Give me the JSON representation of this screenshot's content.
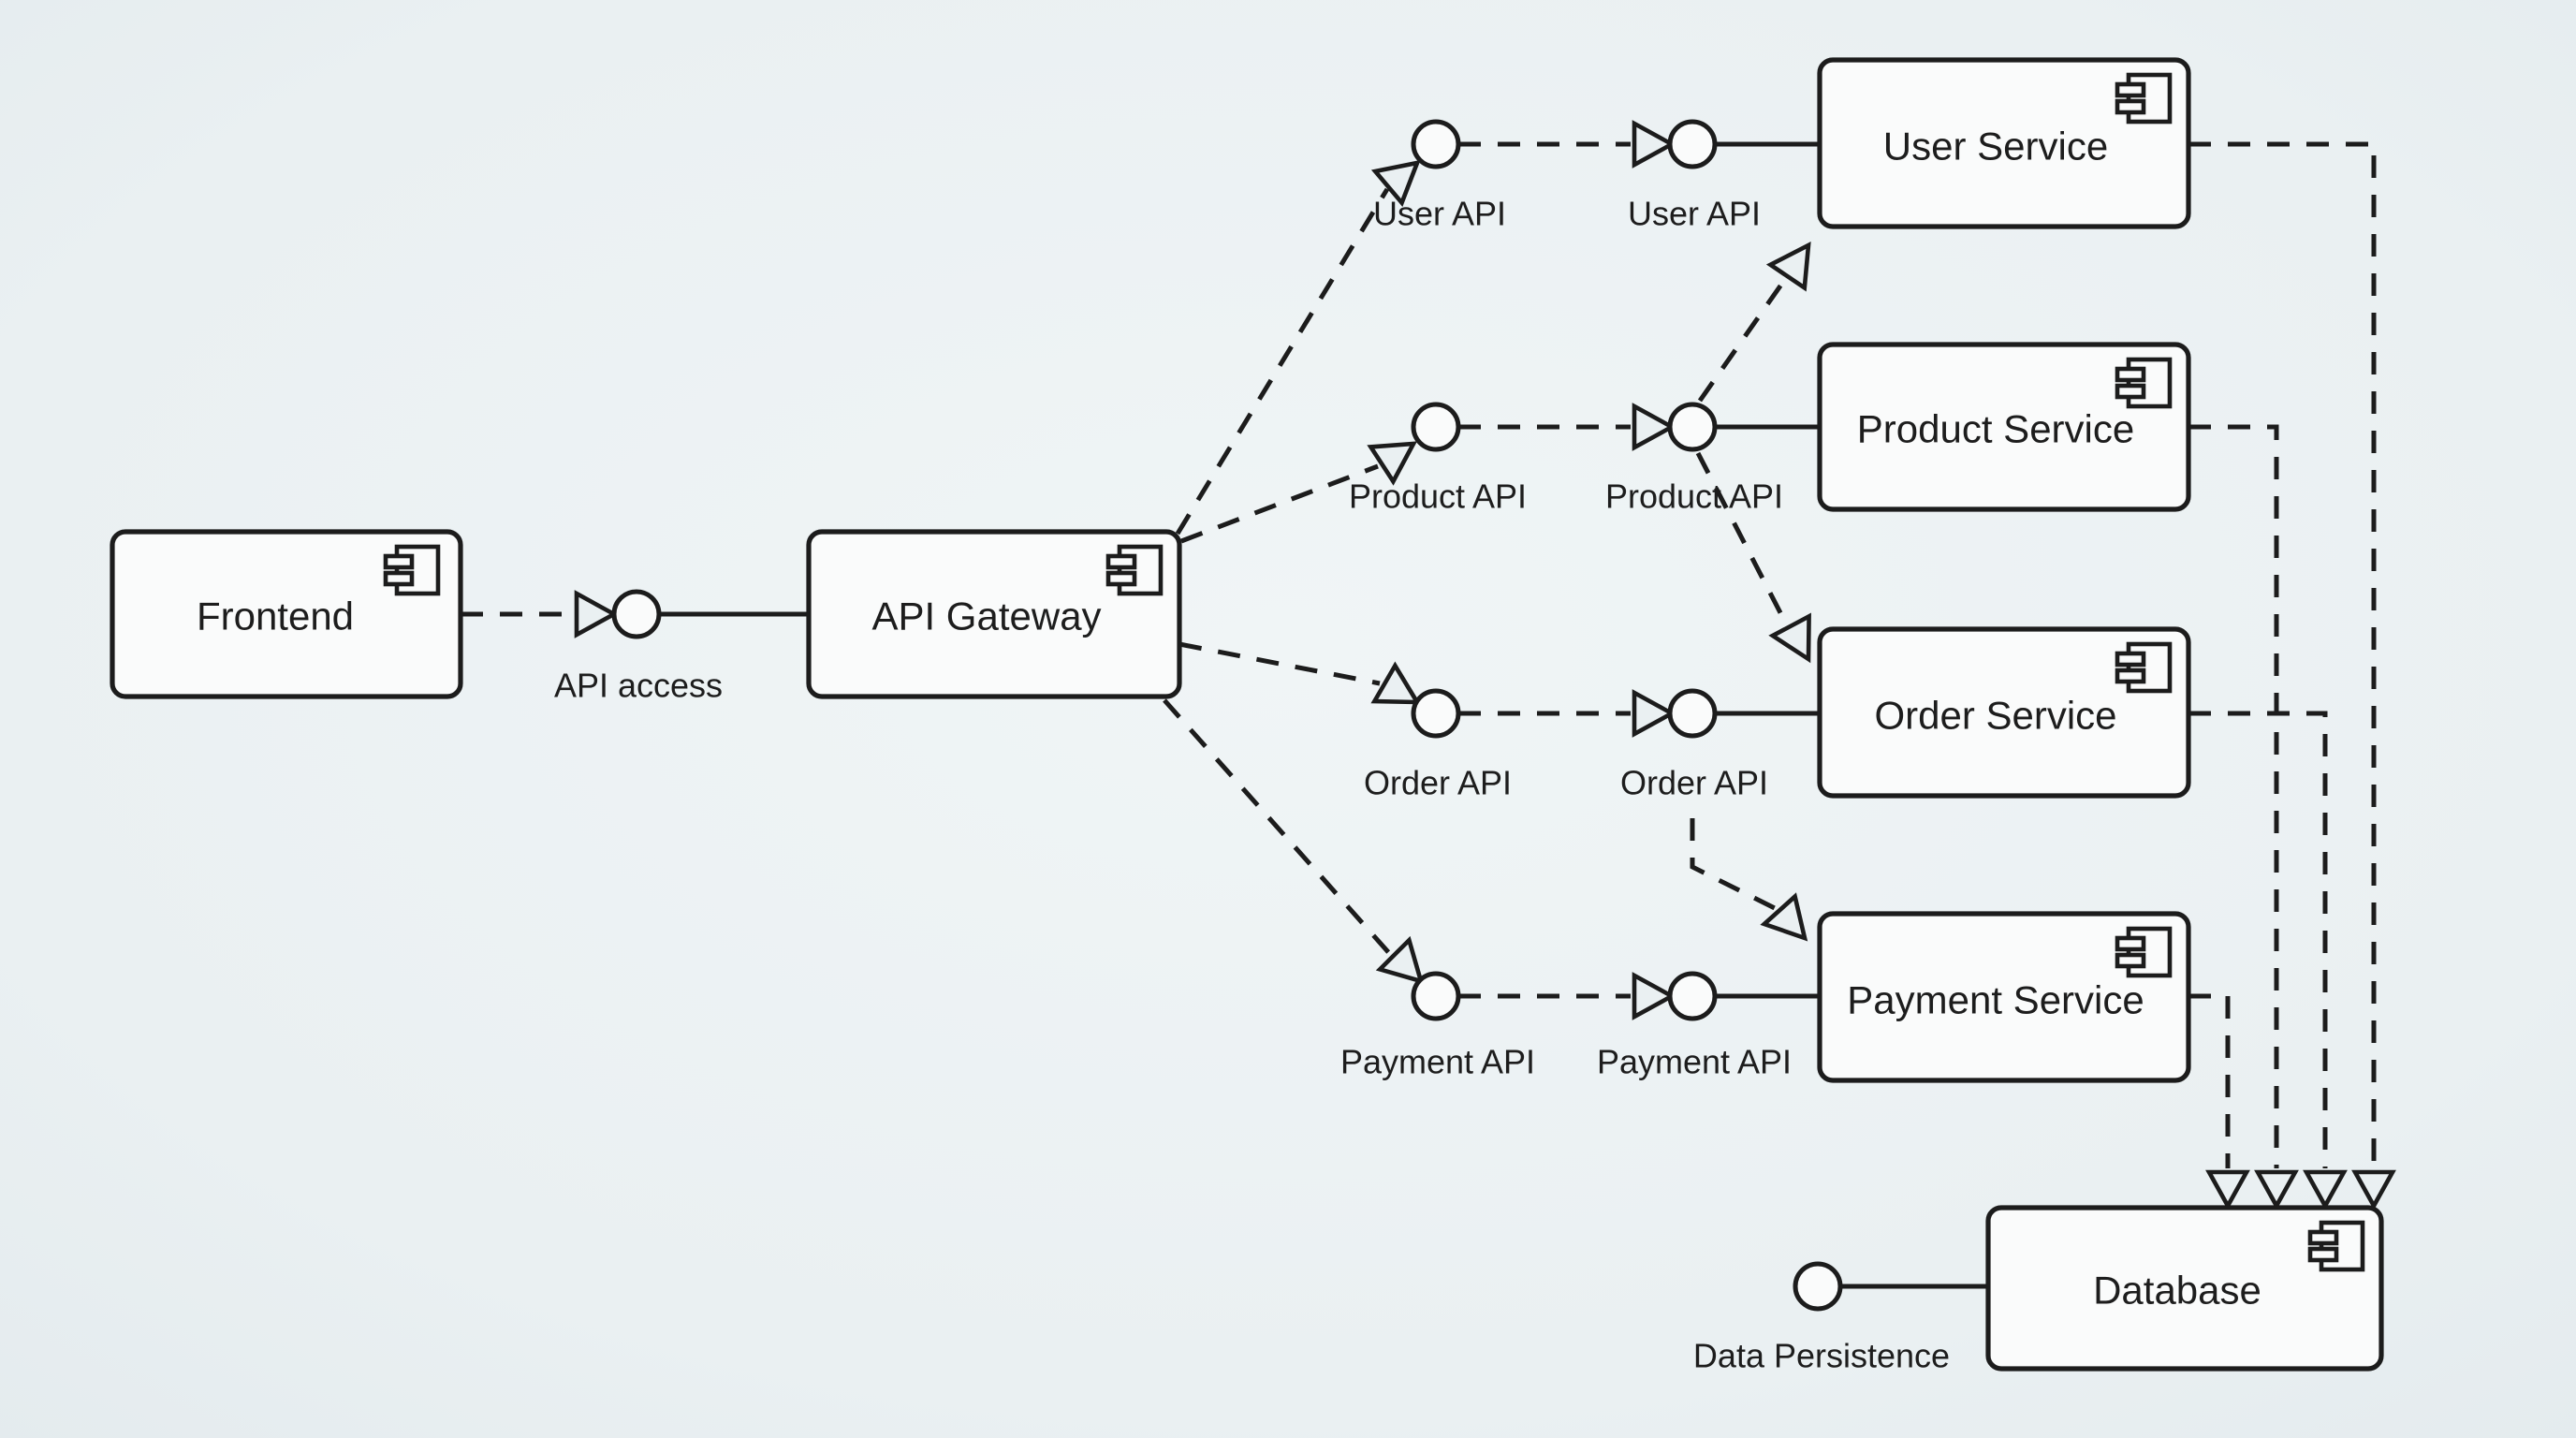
{
  "colors": {
    "background": "#eaf0f2",
    "node_fill": "#fafbfb",
    "stroke": "#1c1c1c",
    "text": "#1d1d1d"
  },
  "components": {
    "frontend": {
      "label": "Frontend"
    },
    "api_gateway": {
      "label": "API Gateway"
    },
    "user_service": {
      "label": "User Service"
    },
    "product_service": {
      "label": "Product Service"
    },
    "order_service": {
      "label": "Order Service"
    },
    "payment_service": {
      "label": "Payment Service"
    },
    "database": {
      "label": "Database"
    }
  },
  "interface_labels": {
    "api_access": "API access",
    "user_api_required": "User API",
    "user_api_provided": "User API",
    "product_api_required": "Product API",
    "product_api_provided": "Product API",
    "order_api_required": "Order API",
    "order_api_provided": "Order API",
    "payment_api_required": "Payment API",
    "payment_api_provided": "Payment API",
    "data_persistence": "Data Persistence"
  }
}
